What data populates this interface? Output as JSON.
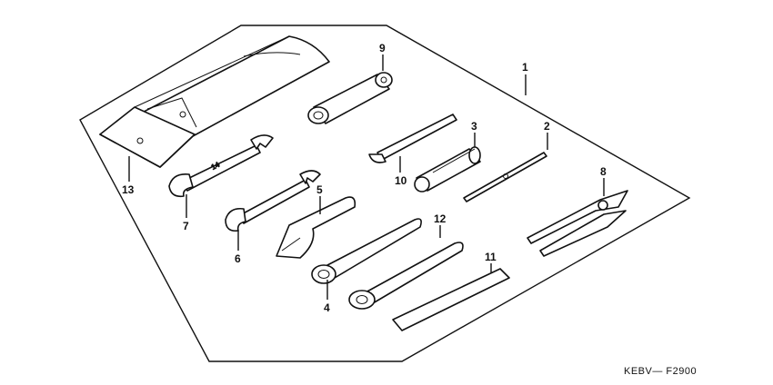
{
  "diagram": {
    "code": "KEBV— F2900",
    "callouts": {
      "c1": "1",
      "c2": "2",
      "c3": "3",
      "c4": "4",
      "c5": "5",
      "c6": "6",
      "c7": "7",
      "c8": "8",
      "c9": "9",
      "c10": "10",
      "c11": "11",
      "c12": "12",
      "c13": "13"
    }
  }
}
